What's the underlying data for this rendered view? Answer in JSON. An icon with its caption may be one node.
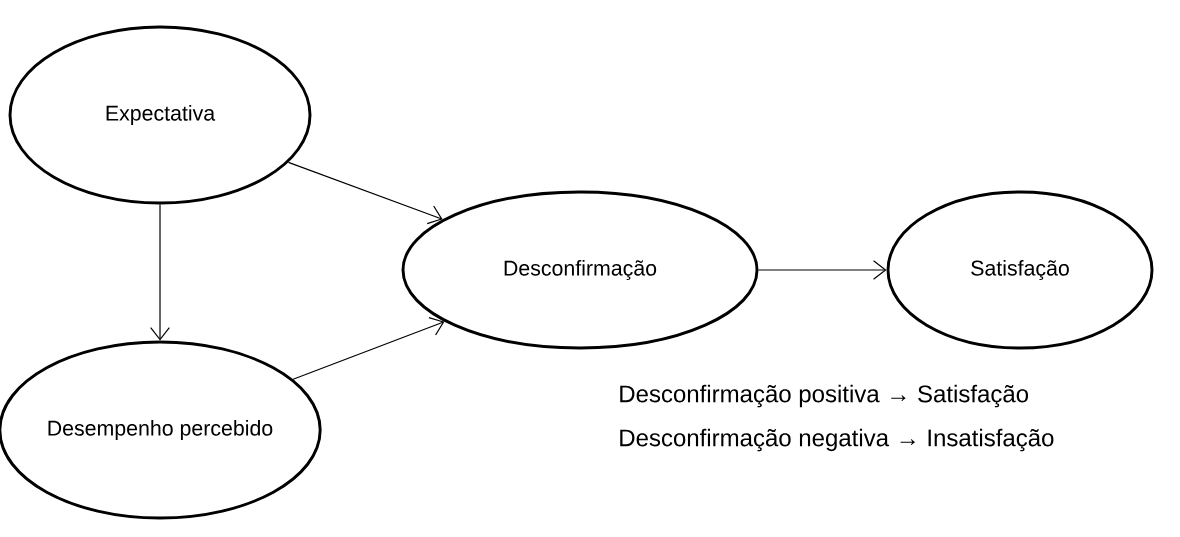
{
  "diagram": {
    "nodes": [
      {
        "text": [
          "Expectativa"
        ]
      },
      {
        "text": [
          "Desempenho percebido"
        ]
      },
      {
        "text": [
          "Desconfirmação"
        ]
      },
      {
        "text": [
          "Satisfação"
        ]
      }
    ],
    "edges": [
      {
        "from": 0,
        "to": 1,
        "arrow": "to"
      },
      {
        "from": 0,
        "to": 2,
        "arrow": "to"
      },
      {
        "from": 1,
        "to": 2,
        "arrow": "to"
      },
      {
        "from": 2,
        "to": 3,
        "arrow": "to"
      }
    ],
    "labels": [
      "Desconfirmação positiva → Satisfação",
      "Desconfirmação negativa → Insatisfação"
    ]
  }
}
